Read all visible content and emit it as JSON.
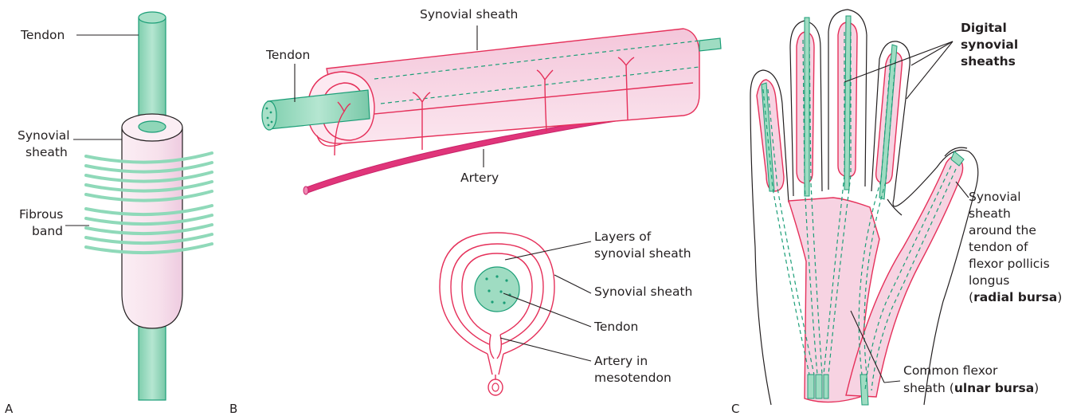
{
  "panels": {
    "a": {
      "letter": "A",
      "labels": {
        "tendon": "Tendon",
        "synovial_1": "Synovial",
        "synovial_2": "sheath",
        "fibrous_1": "Fibrous",
        "fibrous_2": "band"
      }
    },
    "b": {
      "letter": "B",
      "labels": {
        "synovial_sheath_top": "Synovial sheath",
        "tendon": "Tendon",
        "artery": "Artery",
        "layers_1": "Layers of",
        "layers_2": "synovial sheath",
        "synovial_sheath_cs": "Synovial sheath",
        "tendon_cs": "Tendon",
        "artery_in_1": "Artery in",
        "artery_in_2": "mesotendon"
      }
    },
    "c": {
      "letter": "C",
      "labels": {
        "digital_1": "Digital",
        "digital_2": "synovial",
        "digital_3": "sheaths",
        "radial_1": "Synovial",
        "radial_2": "sheath",
        "radial_3": "around the",
        "radial_4": "tendon of",
        "radial_5": "flexor pollicis",
        "radial_6": "longus",
        "radial_7_open": "(",
        "radial_7_bold": "radial bursa",
        "radial_7_close": ")",
        "common_1": "Common flexor",
        "common_2_pre": "sheath (",
        "common_2_bold": "ulnar bursa",
        "common_2_close": ")"
      }
    }
  },
  "colors": {
    "sheath_fill": "#f7dbe8",
    "sheath_line": "#e5305a",
    "tendon_fill": "#9fdcc2",
    "tendon_line": "#1b9e77",
    "artery": "#e0357a",
    "label_text": "#231f20"
  }
}
